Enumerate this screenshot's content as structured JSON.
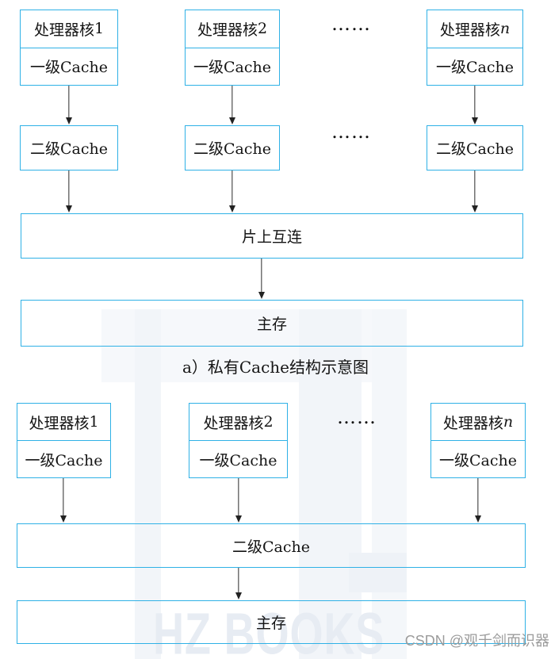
{
  "shared": {
    "ellipsis": "……"
  },
  "colors": {
    "box_border": "#2fb1e6",
    "arrow": "#2a2a2a",
    "text": "#141414",
    "watermark_bar": "#f2f5f9",
    "watermark_text": "#e7ecf3",
    "attribution_text": "#9b9b9b"
  },
  "diagram_a": {
    "cores": [
      {
        "name_prefix": "处理器核",
        "name_suffix": "1",
        "l1_label": "一级Cache"
      },
      {
        "name_prefix": "处理器核",
        "name_suffix": "2",
        "l1_label": "一级Cache"
      },
      {
        "name_prefix": "处理器核",
        "name_suffix": "n",
        "l1_label": "一级Cache"
      }
    ],
    "l2_labels": [
      "二级Cache",
      "二级Cache",
      "二级Cache"
    ],
    "interconnect_label": "片上互连",
    "memory_label": "主存",
    "caption": "a）私有Cache结构示意图"
  },
  "diagram_b": {
    "cores": [
      {
        "name_prefix": "处理器核",
        "name_suffix": "1",
        "l1_label": "一级Cache"
      },
      {
        "name_prefix": "处理器核",
        "name_suffix": "2",
        "l1_label": "一级Cache"
      },
      {
        "name_prefix": "处理器核",
        "name_suffix": "n",
        "l1_label": "一级Cache"
      }
    ],
    "l2_label": "二级Cache",
    "memory_label": "主存"
  },
  "watermark": {
    "logo_text": "HZ BOOKS"
  },
  "attribution": {
    "text": "CSDN @观千剑而识器"
  }
}
